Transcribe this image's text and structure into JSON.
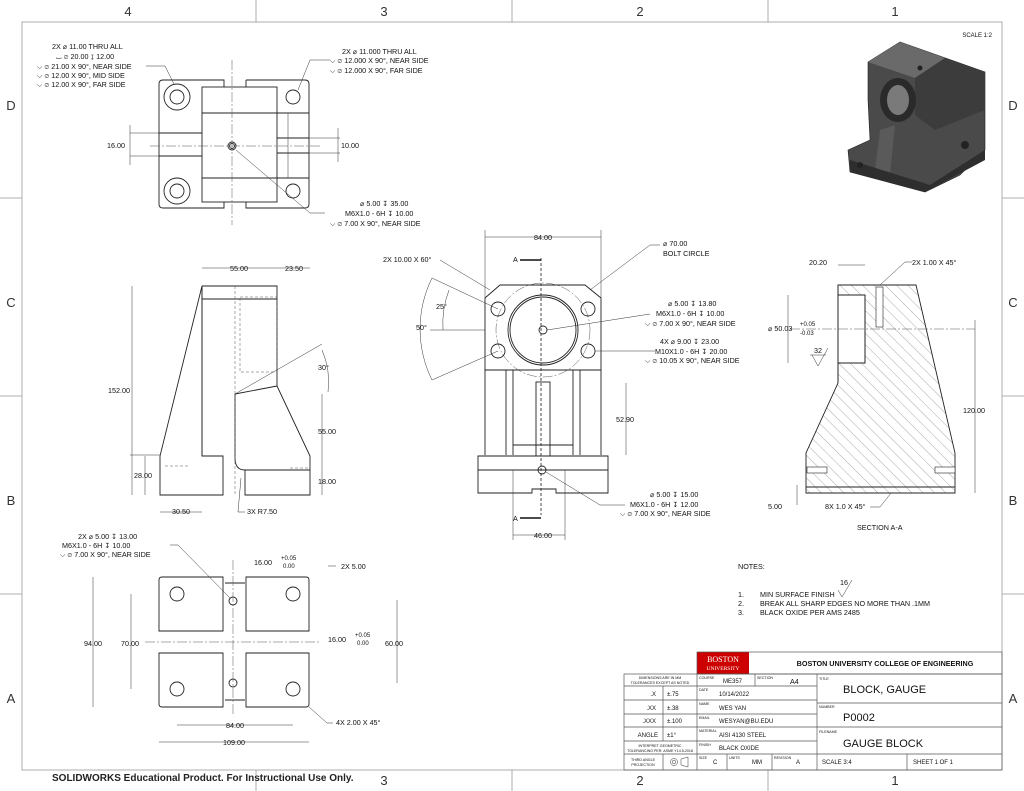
{
  "zones": {
    "cols": [
      "4",
      "3",
      "2",
      "1"
    ],
    "rows": [
      "D",
      "C",
      "B",
      "A"
    ]
  },
  "scale_label": "SCALE 1:2",
  "top_view": {
    "callout_left": [
      "2X ⌀ 11.00 THRU ALL",
      "⌴ ⌀ 20.00 ↧ 12.00",
      "⌵ ⌀ 21.00 X 90°, NEAR SIDE",
      "⌵ ⌀ 12.00 X 90°, MID SIDE",
      "⌵ ⌀ 12.00 X 90°, FAR SIDE"
    ],
    "callout_right": [
      "2X ⌀ 11.000 THRU ALL",
      "⌵ ⌀ 12.000 X 90°, NEAR SIDE",
      "⌵ ⌀ 12.000 X 90°, FAR SIDE"
    ],
    "callout_center": [
      "⌀ 5.00 ↧ 35.00",
      "M6X1.0 - 6H ↧ 10.00",
      "⌵ ⌀ 7.00 X 90°, NEAR SIDE"
    ],
    "dim_left": "16.00",
    "dim_right": "10.00"
  },
  "side_view": {
    "dim_top_a": "55.00",
    "dim_top_b": "23.50",
    "dim_height": "152.00",
    "dim_angle": "30°",
    "dim_mid": "55.00",
    "dim_base_left": "28.00",
    "dim_base_right": "18.00",
    "dim_bottom": "30.50",
    "dim_radius": "3X R7.50"
  },
  "front_view": {
    "dim_width": "84.00",
    "chamfer": "2X 10.00 X 60°",
    "bolt_circle": [
      "⌀ 70.00",
      "BOLT CIRCLE"
    ],
    "angle_25": "25°",
    "angle_50": "50°",
    "callout_center": [
      "⌀ 5.00 ↧ 13.80",
      "M6X1.0 - 6H ↧ 10.00",
      "⌵ ⌀ 7.00 X 90°, NEAR SIDE"
    ],
    "callout_holes": [
      "4X ⌀ 9.00 ↧ 23.00",
      "M10X1.0 - 6H ↧ 20.00",
      "⌵ ⌀ 10.05 X 90°, NEAR SIDE"
    ],
    "dim_slot": "52.90",
    "callout_bottom": [
      "⌀ 5.00 ↧ 15.00",
      "M6X1.0 - 6H ↧ 12.00",
      "⌵ ⌀ 7.00 X 90°, NEAR SIDE"
    ],
    "dim_bottom": "46.00",
    "section_marker": "A"
  },
  "section_view": {
    "dim_top": "20.20",
    "chamfer_top": "2X 1.00 X 45°",
    "dim_bore": "⌀ 50.03",
    "tol_plus": "+0.05",
    "tol_minus": "-0.03",
    "finish": "32",
    "dim_height": "120.00",
    "dim_base": "5.00",
    "chamfer_bottom": "8X 1.0 X 45°",
    "title": "SECTION A-A"
  },
  "bottom_view": {
    "callout": [
      "2X ⌀ 5.00 ↧ 13.00",
      "M6X1.0 - 6H ↧ 10.00",
      "⌵ ⌀ 7.00 X 90°, NEAR SIDE"
    ],
    "dim_slot_top": "16.00",
    "dim_slot_side": "16.00",
    "tol_plus": "+0.05",
    "tol_zero": "0.00",
    "dim_edge": "2X 5.00",
    "dim_height": "94.00",
    "dim_holes_v": "70.00",
    "dim_holes_v2": "60.00",
    "dim_holes_h": "84.00",
    "dim_width": "109.00",
    "chamfer": "4X 2.00 X 45°"
  },
  "notes": {
    "heading": "NOTES:",
    "finish_value": "16",
    "items": [
      {
        "num": "1.",
        "text": "MIN SURFACE FINISH"
      },
      {
        "num": "2.",
        "text": "BREAK ALL SHARP EDGES NO MORE THAN .1MM"
      },
      {
        "num": "3.",
        "text": "BLACK OXIDE PER AMS 2485"
      }
    ]
  },
  "title_block": {
    "logo": [
      "BOSTON",
      "UNIVERSITY"
    ],
    "org": "BOSTON UNIVERSITY COLLEGE OF ENGINEERING",
    "tolerance_header": [
      "DIMENSIONS ARE IN MM",
      "TOLERANCES EXCEPT AS NOTED"
    ],
    "tolerances": [
      {
        "label": ".X",
        "value": "±.75"
      },
      {
        "label": ".XX",
        "value": "±.38"
      },
      {
        "label": ".XXX",
        "value": "±.100"
      },
      {
        "label": "ANGLE",
        "value": "±1°"
      }
    ],
    "gdt_note": [
      "INTERPRET GEOMETRIC",
      "TOLERANCING PER: ASME Y14.5-2018"
    ],
    "projection": [
      "THIRD ANGLE",
      "PROJECTION"
    ],
    "course_label": "COURSE",
    "course": "ME357",
    "section_label": "SECTION",
    "section": "A4",
    "date_label": "DATE",
    "date": "10/14/2022",
    "name_label": "NAME",
    "name": "WES YAN",
    "email_label": "EMAIL",
    "email": "WESYAN@BU.EDU",
    "material_label": "MATERIAL",
    "material": "AISI 4130 STEEL",
    "finish_label": "FINISH",
    "finish": "BLACK OXIDE",
    "size_label": "SIZE",
    "size": "C",
    "units_label": "UNITS",
    "units": "MM",
    "revision_label": "REVISION",
    "revision": "A",
    "title_label": "TITLE",
    "title": "BLOCK, GAUGE",
    "number_label": "NUMBER",
    "number": "P0002",
    "filename_label": "FILENAME",
    "filename": "GAUGE BLOCK",
    "scale": "SCALE 3:4",
    "sheet": "SHEET 1 OF 1"
  },
  "watermark": "SOLIDWORKS Educational Product. For Instructional Use Only.",
  "colors": {
    "logo_red": "#cc0000",
    "part_dark": "#4a4a4a"
  }
}
